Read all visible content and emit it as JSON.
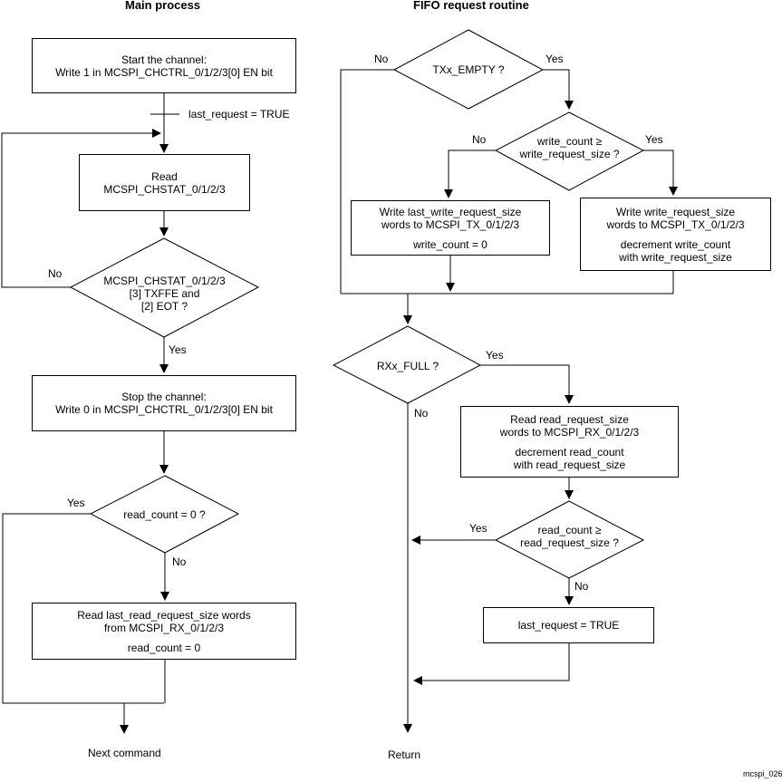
{
  "colors": {
    "line": "#000000",
    "background": "#ffffff",
    "text": "#000000"
  },
  "footer": "mcspi_026",
  "main": {
    "title": "Main process",
    "start_box": [
      "Start the channel:",
      "Write 1 in MCSPI_CHCTRL_0/1/2/3[0] EN bit"
    ],
    "last_request_note": "last_request = TRUE",
    "read_box": [
      "Read",
      "MCSPI_CHSTAT_0/1/2/3"
    ],
    "chstat_decision": [
      "MCSPI_CHSTAT_0/1/2/3",
      "[3] TXFFE and",
      "[2] EOT ?"
    ],
    "chstat_no": "No",
    "chstat_yes": "Yes",
    "stop_box": [
      "Stop the channel:",
      "Write 0 in MCSPI_CHCTRL_0/1/2/3[0] EN bit"
    ],
    "read_count_decision": "read_count = 0 ?",
    "read_count_yes": "Yes",
    "read_count_no": "No",
    "read_last_box_g1": [
      "Read last_read_request_size words",
      "from MCSPI_RX_0/1/2/3"
    ],
    "read_last_box_g2": [
      "read_count = 0"
    ],
    "next_command": "Next command"
  },
  "fifo": {
    "title": "FIFO request routine",
    "tx_empty_decision": "TXx_EMPTY ?",
    "tx_empty_no": "No",
    "tx_empty_yes": "Yes",
    "write_count_decision": [
      "write_count ≥",
      "write_request_size ?"
    ],
    "write_count_no": "No",
    "write_count_yes": "Yes",
    "write_last_box_g1": [
      "Write last_write_request_size",
      "words to MCSPI_TX_0/1/2/3"
    ],
    "write_last_box_g2": [
      "write_count = 0"
    ],
    "write_box_g1": [
      "Write write_request_size",
      "words to MCSPI_TX_0/1/2/3"
    ],
    "write_box_g2": [
      "decrement write_count",
      "with write_request_size"
    ],
    "rx_full_decision": "RXx_FULL ?",
    "rx_full_yes": "Yes",
    "rx_full_no": "No",
    "read_rx_box_g1": [
      "Read read_request_size",
      "words to MCSPI_RX_0/1/2/3"
    ],
    "read_rx_box_g2": [
      "decrement read_count",
      "with read_request_size"
    ],
    "read_count_ge_decision": [
      "read_count ≥",
      "read_request_size ?"
    ],
    "read_count_ge_yes": "Yes",
    "read_count_ge_no": "No",
    "last_request_box": "last_request = TRUE",
    "return_label": "Return"
  }
}
